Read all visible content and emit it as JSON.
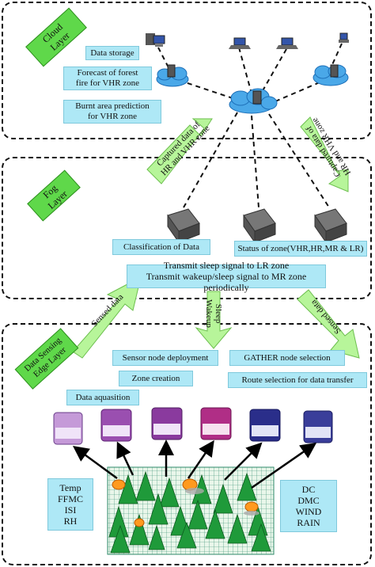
{
  "cloud": {
    "label": "Cloud\nLayer",
    "data_storage": "Data storage",
    "forecast": "Forecast of forest\nfire for  VHR zone",
    "burnt_area": "Burnt area prediction\nfor VHR zone"
  },
  "fog": {
    "label": "Fog\nLayer",
    "classification": "Classification of Data",
    "status_zone": "Status of zone(VHR,HR,MR & LR)",
    "transmit": "Transmit sleep signal to LR zone\nTransmit wakeup/sleep signal to MR zone periodically"
  },
  "edge": {
    "label": "Data Sensing\nEdge Layer",
    "sensor_deployment": "Sensor node deployment",
    "gather_selection": "GATHER node selection",
    "zone_creation": "Zone creation",
    "route_selection": "Route selection for data transfer",
    "data_acquisition": "Data aquasition",
    "left_indices": [
      "Temp",
      "FFMC",
      "ISI",
      "RH"
    ],
    "right_indices": [
      "DC",
      "DMC",
      "WIND",
      "RAIN"
    ]
  },
  "arrows": {
    "captured_left": "Captured data of\nHR and VHR zone",
    "captured_right": "Captured data of\nHR and VHR zone",
    "sensed_left": "Sensed data",
    "sensed_right": "Sensed data",
    "sleep_wakeup": "Sleep\nWakeup"
  },
  "colors": {
    "layer_label_bg": "#5fd84a",
    "info_box_bg": "#aee8f6",
    "arrow_fill": "#b7f59a",
    "grid_line": "#2e8a6a",
    "cloud_fill": "#4aa8e8"
  }
}
